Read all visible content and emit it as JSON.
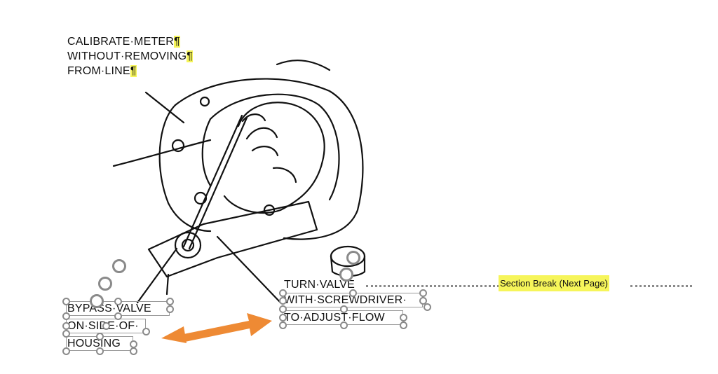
{
  "callout_top": {
    "line1": "CALIBRATE·METER",
    "line2": "WITHOUT·REMOVING",
    "line3": "FROM·LINE",
    "pilcrow": "¶"
  },
  "callout_bypass": {
    "line1": "BYPASS·VALVE",
    "line2": "ON·SIDE·OF·",
    "line3": "HOUSING"
  },
  "callout_turn": {
    "line1": "TURN·VALVE",
    "line2": "WITH·SCREWDRIVER·",
    "line3": "TO·ADJUST·FLOW"
  },
  "section_break": {
    "label": "Section Break (Next Page)"
  },
  "colors": {
    "highlight": "#f6f55a",
    "arrow": "#ee8a34",
    "handle": "#8a8a8a"
  },
  "icons": {
    "rotate": "rotate-handle-icon",
    "arrow": "double-headed-arrow"
  }
}
